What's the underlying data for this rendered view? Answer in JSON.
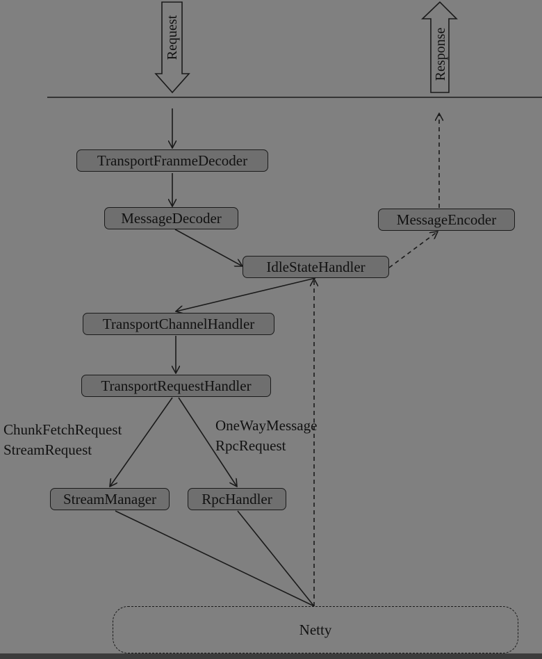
{
  "diagram": {
    "io": {
      "request_label": "Request",
      "response_label": "Response"
    },
    "nodes": {
      "frame_decoder": "TransportFranmeDecoder",
      "message_decoder": "MessageDecoder",
      "message_encoder": "MessageEncoder",
      "idle_state_handler": "IdleStateHandler",
      "channel_handler": "TransportChannelHandler",
      "request_handler": "TransportRequestHandler",
      "stream_manager": "StreamManager",
      "rpc_handler": "RpcHandler",
      "netty": "Netty"
    },
    "edge_labels": {
      "left_line1": "ChunkFetchRequest",
      "left_line2": "StreamRequest",
      "right_line1": "OneWayMessage",
      "right_line2": "RpcRequest"
    }
  }
}
